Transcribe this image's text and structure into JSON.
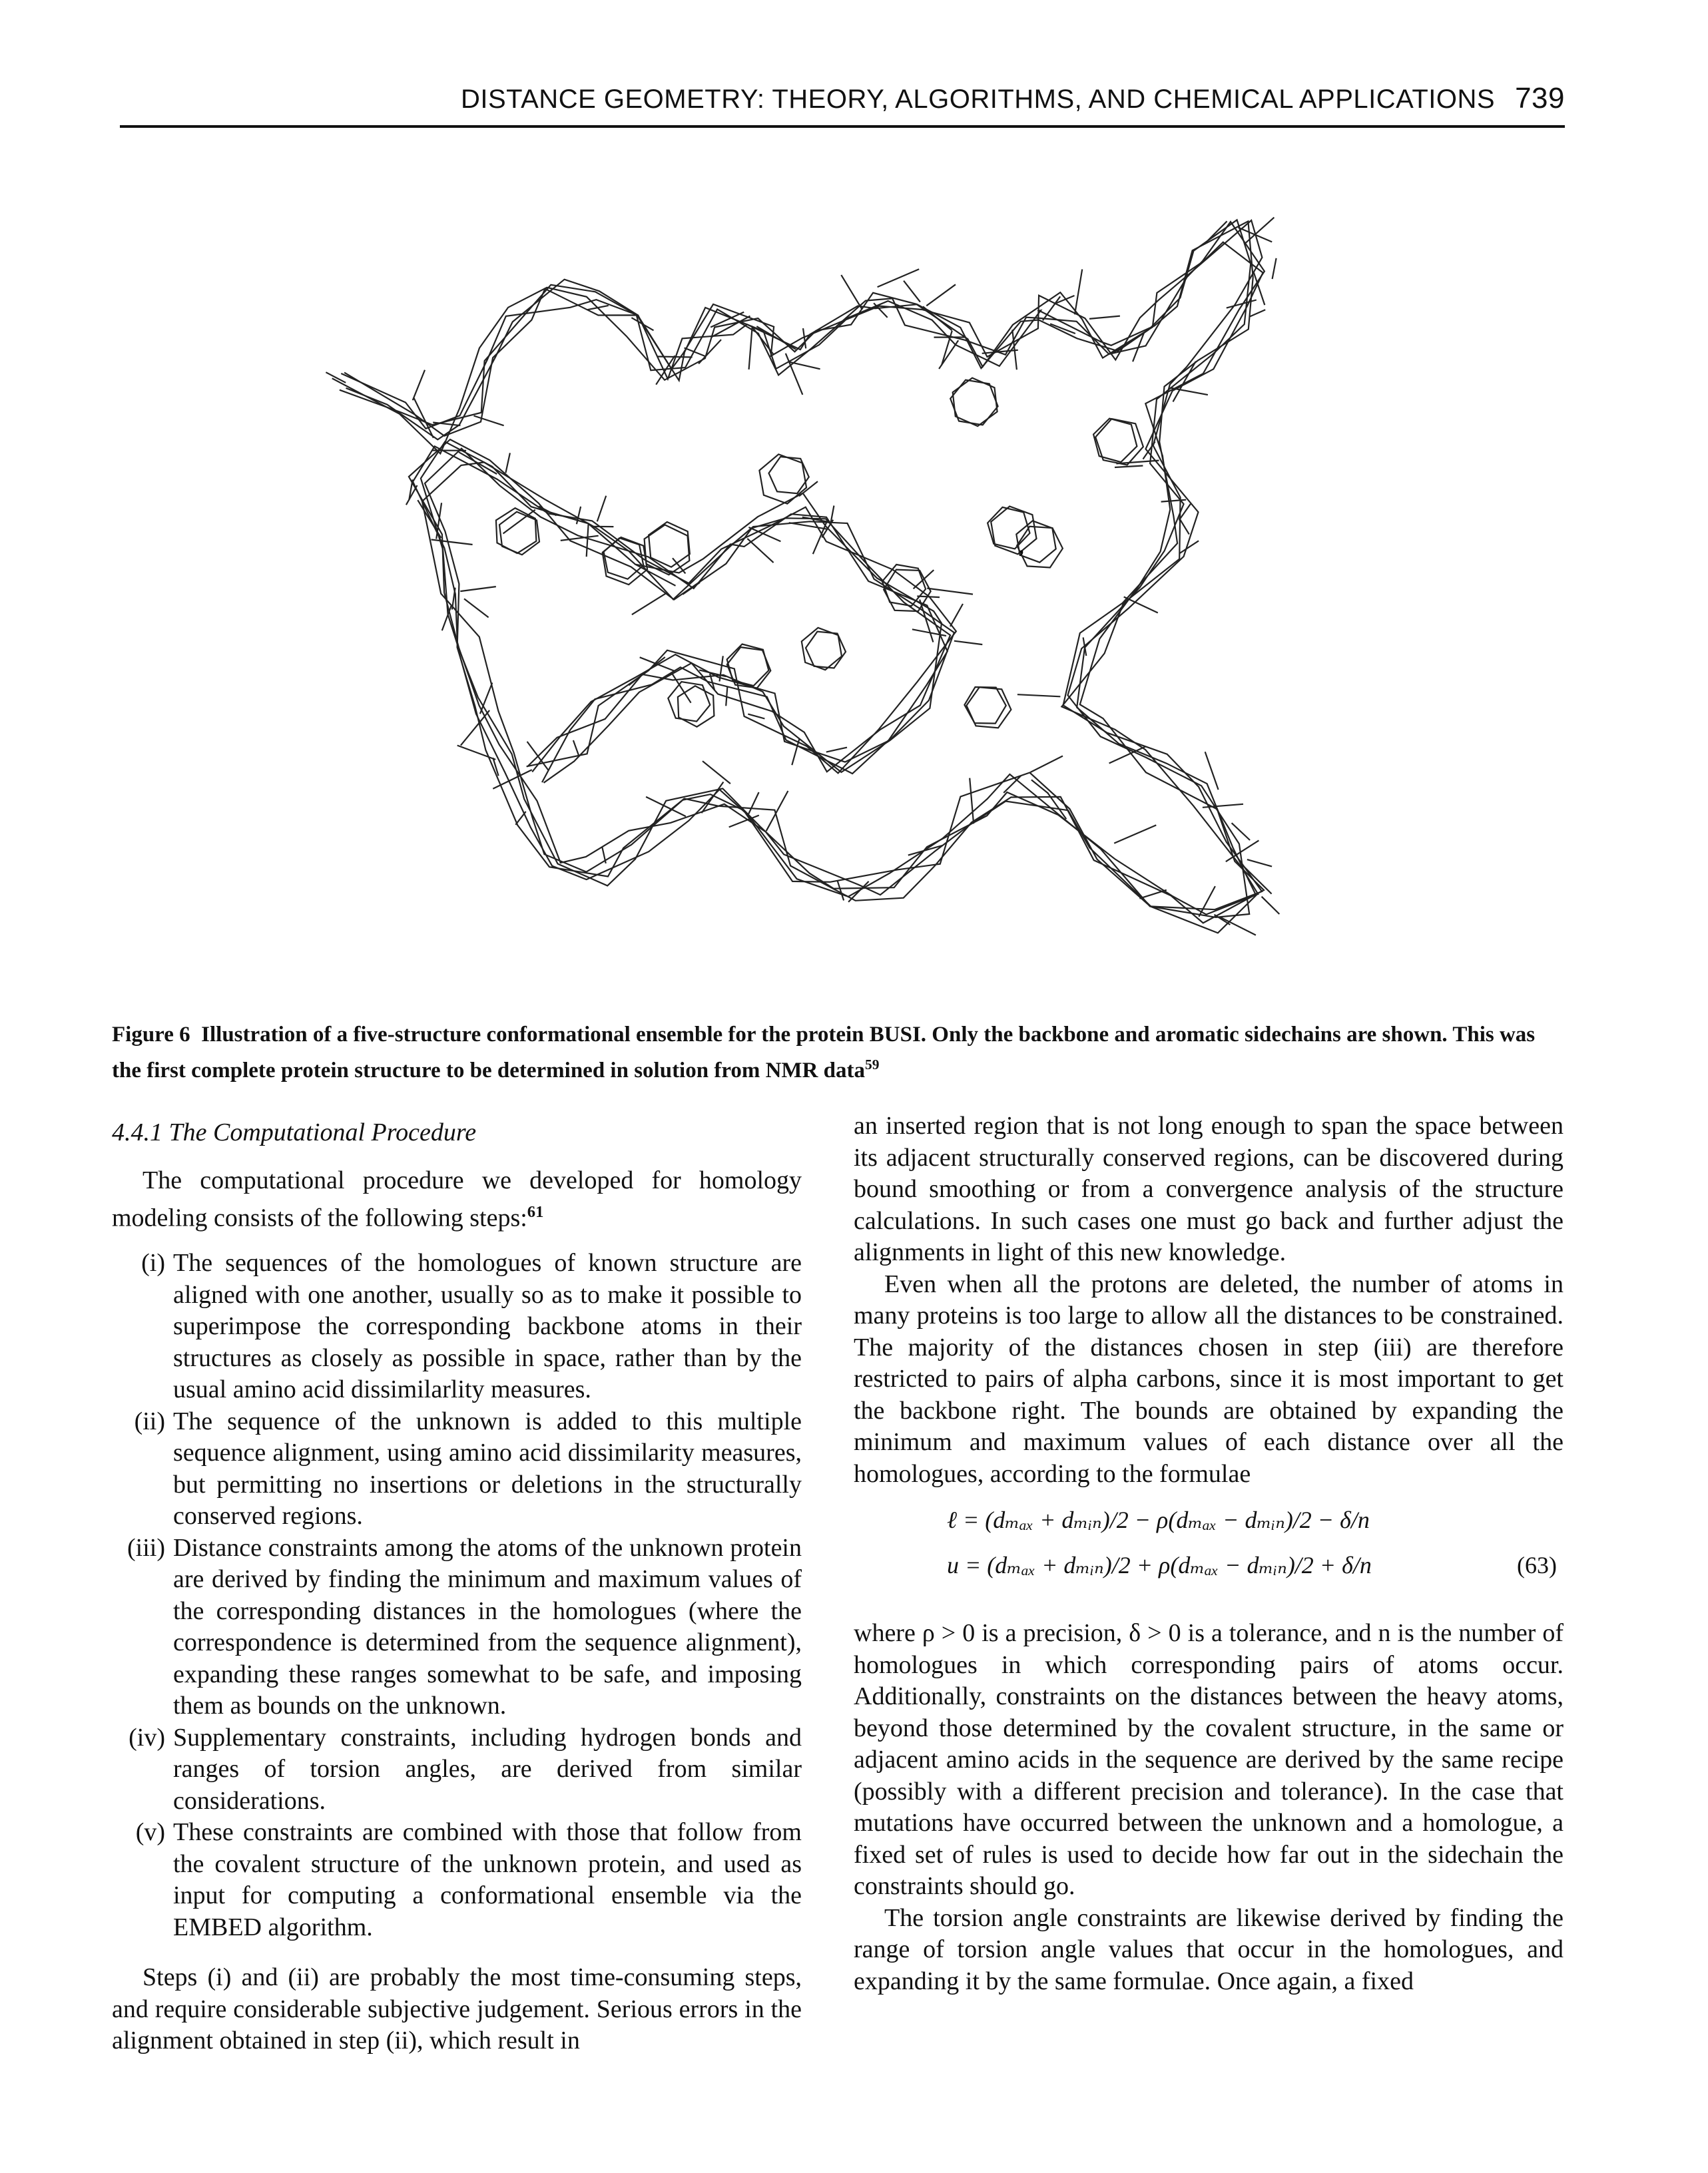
{
  "header": {
    "running_title": "DISTANCE GEOMETRY: THEORY, ALGORITHMS, AND CHEMICAL APPLICATIONS",
    "page_number": "739"
  },
  "figure": {
    "label": "Figure 6",
    "caption": "Illustration of a five-structure conformational ensemble for the protein BUSI. Only the backbone and aromatic sidechains are shown. This was the first complete protein structure to be determined in solution from NMR data",
    "caption_ref": "59",
    "glyph": ","
  },
  "left_column": {
    "section_heading": "4.4.1 The Computational Procedure",
    "intro": "The computational procedure we developed for homology modeling consists of the following steps:",
    "intro_ref": "61",
    "steps": [
      {
        "num": "(i)",
        "text": "The sequences of the homologues of known structure are aligned with one another, usually so as to make it possible to superimpose the corresponding backbone atoms in their structures as closely as possible in space, rather than by the usual amino acid dissimilarlity measures."
      },
      {
        "num": "(ii)",
        "text": "The sequence of the unknown is added to this multiple sequence alignment, using amino acid dissimilarity measures, but permitting no insertions or deletions in the structurally conserved regions."
      },
      {
        "num": "(iii)",
        "text": "Distance constraints among the atoms of the unknown protein are derived by finding the minimum and maximum values of the corresponding distances in the homologues (where the correspondence is determined from the sequence alignment), expanding these ranges somewhat to be safe, and imposing them as bounds on the unknown."
      },
      {
        "num": "(iv)",
        "text": "Supplementary constraints, including hydrogen bonds and ranges of torsion angles, are derived from similar considerations."
      },
      {
        "num": "(v)",
        "text": "These constraints are combined with those that follow from the covalent structure of the unknown protein, and used as input for computing a conformational ensemble via the EMBED algorithm."
      }
    ],
    "closing": "Steps (i) and (ii) are probably the most time-consuming steps, and require considerable subjective judgement. Serious errors in the alignment obtained in step (ii), which result in"
  },
  "right_column": {
    "p1": "an inserted region that is not long enough to span the space between its adjacent structurally conserved regions, can be discovered during bound smoothing or from a convergence analysis of the structure calculations. In such cases one must go back and further adjust the alignments in light of this new knowledge.",
    "p2": "Even when all the protons are deleted, the number of atoms in many proteins is too large to allow all the distances to be constrained. The majority of the distances chosen in step (iii) are therefore restricted to pairs of alpha carbons, since it is most important to get the backbone right. The bounds are obtained by expanding the minimum and maximum values of each distance over all the homologues, according to the formulae",
    "eq_line1": "ℓ = (dₘₐₓ + dₘᵢₙ)/2 − ρ(dₘₐₓ − dₘᵢₙ)/2 − δ/n",
    "eq_line2": "u = (dₘₐₓ + dₘᵢₙ)/2 + ρ(dₘₐₓ − dₘᵢₙ)/2 + δ/n",
    "eq_number": "(63)",
    "p3": "where ρ > 0 is a precision, δ > 0 is a tolerance, and n is the number of homologues in which corresponding pairs of atoms occur. Additionally, constraints on the distances between the heavy atoms, beyond those determined by the covalent structure, in the same or adjacent amino acids in the sequence are derived by the same recipe (possibly with a different precision and tolerance). In the case that mutations have occurred between the unknown and a homologue, a fixed set of rules is used to decide how far out in the sidechain the constraints should go.",
    "p4": "The torsion angle constraints are likewise derived by finding the range of torsion angle values that occur in the homologues, and expanding it by the same formulae. Once again, a fixed"
  }
}
